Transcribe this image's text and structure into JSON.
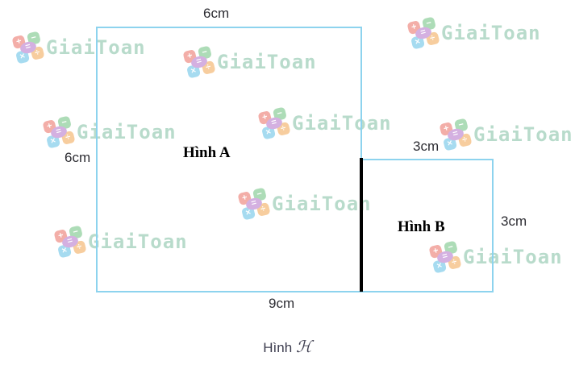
{
  "diagram": {
    "labels": {
      "a_top": "6cm",
      "a_left": "6cm",
      "b_top": "3cm",
      "b_right": "3cm",
      "bottom": "9cm"
    },
    "shapes": {
      "a_name": "Hình A",
      "b_name": "Hình B"
    },
    "caption": {
      "prefix": "Hình",
      "symbol": "ℋ"
    },
    "colors": {
      "outline": "#8dd3ee",
      "divider": "#000000",
      "label_text": "#2d2d33",
      "shape_name_text": "#000000",
      "caption_text": "#3c3c4e"
    }
  },
  "watermark": {
    "text": "GiaiToan",
    "icon": {
      "plus": "+",
      "minus": "−",
      "times": "×",
      "divide": "÷",
      "equals": "=",
      "colors": {
        "plus_tile": "#f2a09a",
        "minus_tile": "#9fd6ab",
        "times_tile": "#97d5ee",
        "divide_tile": "#f6c58e",
        "equals_oval": "#cda3dc",
        "text": "#90c7ad"
      }
    }
  }
}
